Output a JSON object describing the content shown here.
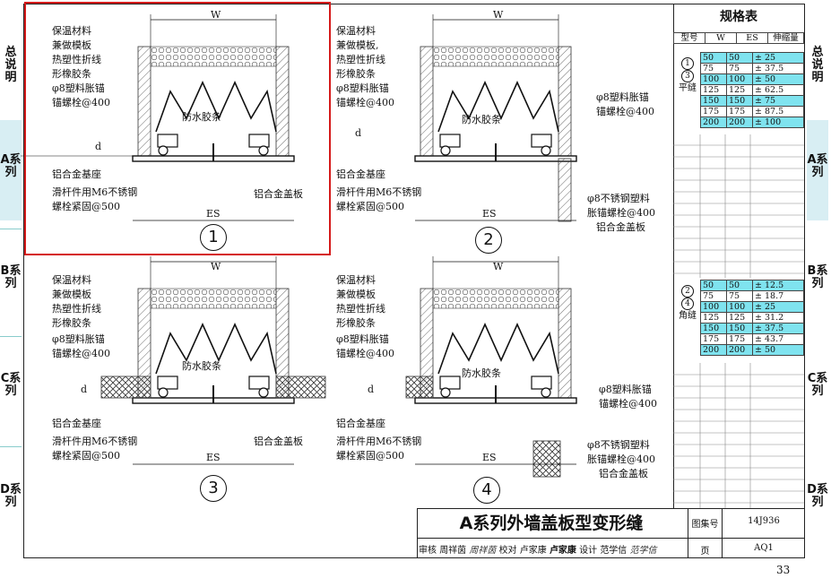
{
  "side_tabs_left": [
    {
      "label": "总说明"
    },
    {
      "label": "A系列"
    },
    {
      "label": "B系列"
    },
    {
      "label": "C系列"
    },
    {
      "label": "D系列"
    }
  ],
  "side_tabs_right": [
    {
      "label": "总说明"
    },
    {
      "label": "A系列"
    },
    {
      "label": "B系列"
    },
    {
      "label": "C系列"
    },
    {
      "label": "D系列"
    }
  ],
  "detail1": {
    "number": "1",
    "w": "W",
    "es": "ES",
    "d": "d",
    "labels": [
      "保温材料",
      "兼做模板",
      "热塑性折线",
      "形橡胶条",
      "φ8塑料胀锚",
      "锚螺栓@400",
      "防水胶条",
      "铝合金基座",
      "滑杆件用M6不锈钢",
      "螺栓紧固@500",
      "铝合金盖板"
    ]
  },
  "detail2": {
    "number": "2",
    "w": "W",
    "es": "ES",
    "d": "d",
    "labels": [
      "保温材料",
      "兼做模板,",
      "热塑性折线",
      "形橡胶条",
      "φ8塑料胀锚",
      "锚螺栓@400",
      "防水胶条",
      "φ8塑料胀锚",
      "锚螺栓@400",
      "铝合金基座",
      "滑杆件用M6不锈钢",
      "螺栓紧固@500",
      "φ8不锈钢塑料",
      "胀锚螺栓@400",
      "铝合金盖板"
    ]
  },
  "detail3": {
    "number": "3",
    "w": "W",
    "es": "ES",
    "d": "d",
    "labels": [
      "保温材料",
      "兼做模板",
      "热塑性折线",
      "形橡胶条",
      "φ8塑料胀锚",
      "锚螺栓@400",
      "防水胶条",
      "铝合金基座",
      "滑杆件用M6不锈钢",
      "螺栓紧固@500",
      "铝合金盖板"
    ]
  },
  "detail4": {
    "number": "4",
    "w": "W",
    "es": "ES",
    "d": "d",
    "labels": [
      "保温材料",
      "兼做模板",
      "热塑性折线",
      "形橡胶条",
      "φ8塑料胀锚",
      "锚螺栓@400",
      "防水胶条",
      "φ8塑料胀锚",
      "锚螺栓@400",
      "铝合金基座",
      "滑杆件用M6不锈钢",
      "螺栓紧固@500",
      "φ8不锈钢塑料",
      "胀锚螺栓@400",
      "铝合金盖板"
    ]
  },
  "spec_table": {
    "title": "规格表",
    "headers": [
      "型号",
      "W",
      "ES",
      "伸缩量"
    ],
    "group1_types": [
      "1",
      "3"
    ],
    "group1_suffix": "平缝",
    "group1_rows": [
      [
        "50",
        "50",
        "± 25"
      ],
      [
        "75",
        "75",
        "± 37.5"
      ],
      [
        "100",
        "100",
        "± 50"
      ],
      [
        "125",
        "125",
        "± 62.5"
      ],
      [
        "150",
        "150",
        "± 75"
      ],
      [
        "175",
        "175",
        "± 87.5"
      ],
      [
        "200",
        "200",
        "± 100"
      ]
    ],
    "group2_types": [
      "2",
      "4"
    ],
    "group2_suffix": "角缝",
    "group2_rows": [
      [
        "50",
        "50",
        "± 12.5"
      ],
      [
        "75",
        "75",
        "± 18.7"
      ],
      [
        "100",
        "100",
        "± 25"
      ],
      [
        "125",
        "125",
        "± 31.2"
      ],
      [
        "150",
        "150",
        "± 37.5"
      ],
      [
        "175",
        "175",
        "± 43.7"
      ],
      [
        "200",
        "200",
        "± 50"
      ]
    ]
  },
  "title_block": {
    "title": "A系列外墙盖板型变形缝",
    "atlas_label": "图集号",
    "atlas_no": "14J936",
    "page_label": "页",
    "page_no": "AQ1",
    "sign_row": [
      "审核",
      "周祥茵",
      "周祥茵",
      "校对",
      "卢家康",
      "卢家康",
      "设计",
      "范学信",
      "范学信"
    ]
  },
  "page_number": "33",
  "colors": {
    "highlight": "#7fe3ef",
    "selection": "#d51b1b",
    "sideband": "#d8eef3"
  }
}
